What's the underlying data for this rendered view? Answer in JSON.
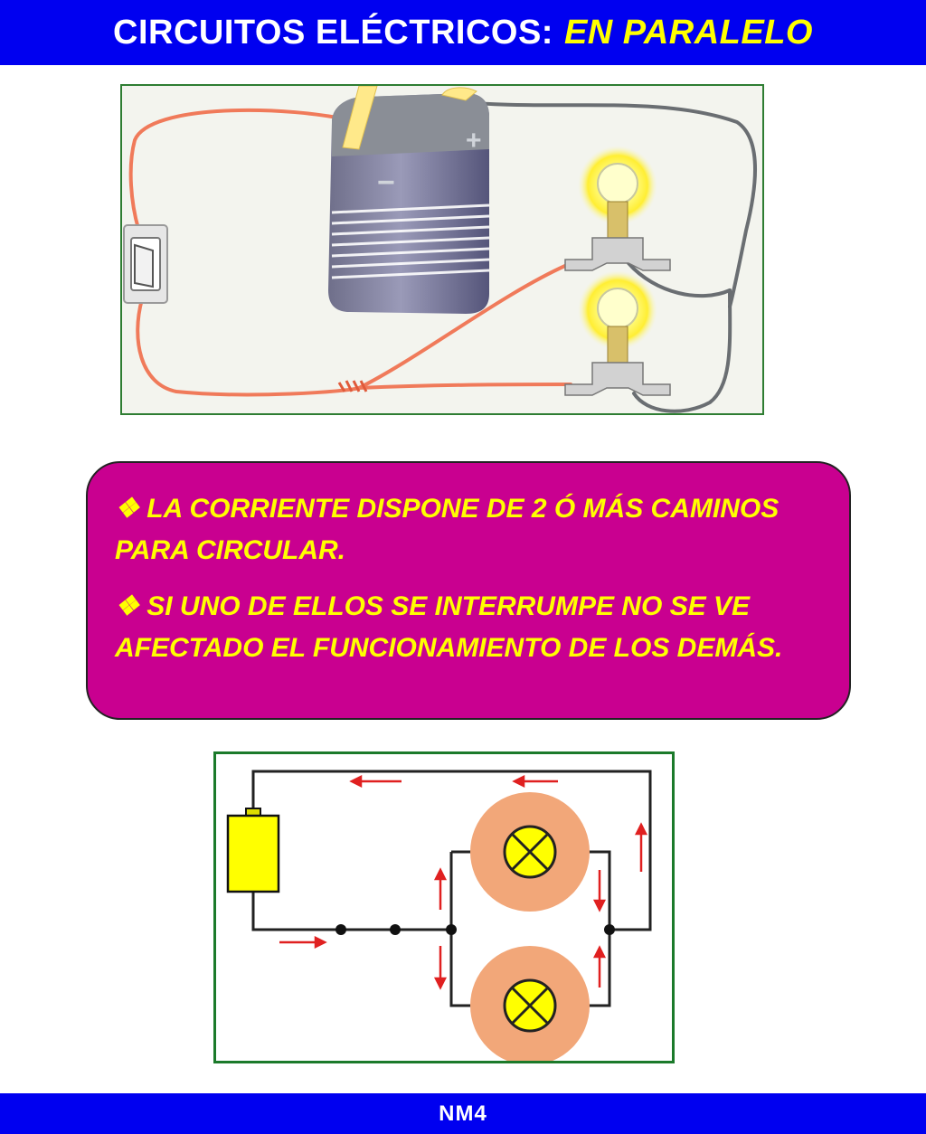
{
  "header": {
    "title_main": "CIRCUITOS ELÉCTRICOS:",
    "title_accent": "EN PARALELO"
  },
  "info": {
    "bullets": [
      "LA CORRIENTE DISPONE DE 2  Ó MÁS CAMINOS PARA CIRCULAR.",
      "SI UNO DE ELLOS SE INTERRUMPE NO SE VE AFECTADO EL FUNCIONAMIENTO DE LOS DEMÁS."
    ],
    "bullet_symbol": "❖"
  },
  "battery": {
    "plus_label": "+",
    "minus_label": "−"
  },
  "footer": {
    "label": "NM4"
  },
  "colors": {
    "banner_blue": "#0000f0",
    "title_accent_yellow": "#ffff00",
    "info_box_magenta": "#c90090",
    "schematic_arrow_red": "#e02020",
    "lamp_glow_orange": "#f2a779",
    "lamp_yellow": "#ffff00"
  }
}
